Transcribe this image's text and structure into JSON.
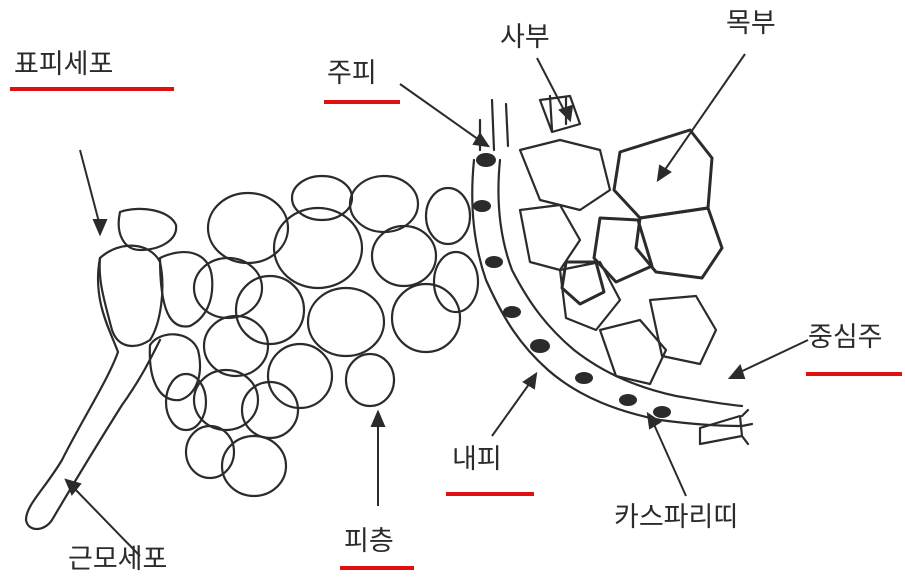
{
  "labels": {
    "epidermis": "표피세포",
    "pericycle": "주피",
    "phloem": "사부",
    "xylem": "목부",
    "stele": "중심주",
    "endodermis": "내피",
    "casparian_strip": "카스파리띠",
    "cortex": "피층",
    "root_hair": "근모세포"
  },
  "colors": {
    "underline": "#e01010",
    "ink": "#2b2b2b"
  },
  "underlined": [
    "epidermis",
    "pericycle",
    "stele",
    "endodermis",
    "cortex"
  ]
}
